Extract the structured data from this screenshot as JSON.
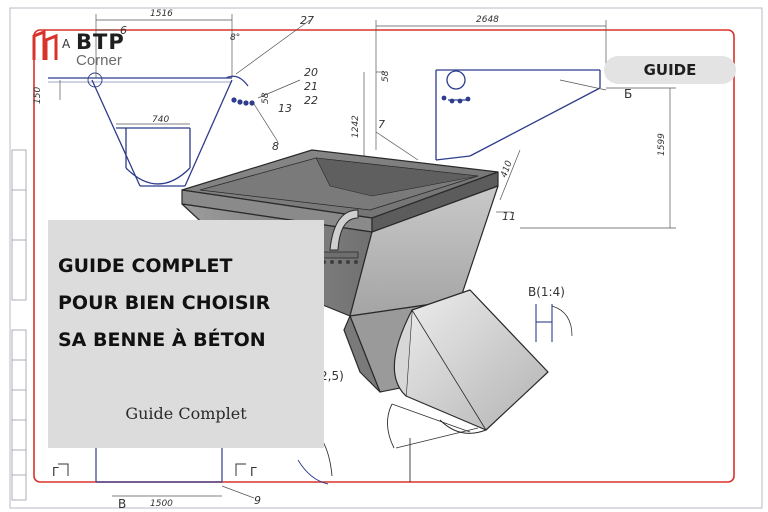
{
  "brand": {
    "name": "BTP",
    "tagline": "Corner",
    "accent_color": "#d9322b"
  },
  "badge": {
    "label": "GUIDE"
  },
  "card": {
    "title_lines": [
      "GUIDE COMPLET",
      "POUR BIEN CHOISIR",
      "SA BENNE À BÉTON"
    ],
    "subtitle": "Guide Complet"
  },
  "drawing": {
    "dimensions": {
      "top_width": "1516",
      "overall_length": "2648",
      "inner_width": "740",
      "bottom_width": "1500",
      "height_right": "1599",
      "height_mid": "1242",
      "small_top": "58",
      "small_right": "58",
      "left_small": "150",
      "angle": "8°",
      "spout_length": "410"
    },
    "callouts": [
      "27",
      "20",
      "21",
      "22",
      "13",
      "8",
      "7",
      "11",
      "6",
      "9"
    ],
    "section_labels": {
      "view_b_scale": "B(1:4)",
      "cut_b": "Б",
      "cut_a": "A",
      "cut_g_left": "Г",
      "cut_g_right": "Г",
      "cut_b_bottom": "В",
      "scale_fragment": "2,5)"
    }
  }
}
